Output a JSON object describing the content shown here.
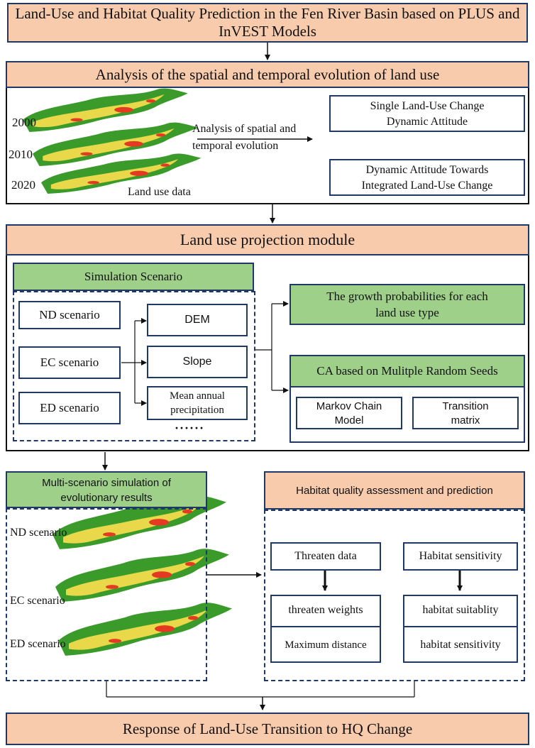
{
  "title": "Land-Use and Habitat Quality Prediction in the Fen River Basin based on PLUS and InVEST Models",
  "section1": {
    "header": "Analysis of the spatial and temporal evolution of land use",
    "years": [
      "2000",
      "2010",
      "2020"
    ],
    "land_use_label": "Land use data",
    "analysis_label_line1": "Analysis of spatial and",
    "analysis_label_line2": "temporal evolution",
    "single_dynamic_line1": "Single Land-Use Change",
    "single_dynamic_line2": "Dynamic Attitude",
    "integrated_dynamic_line1": "Dynamic Attitude Towards",
    "integrated_dynamic_line2": "Integrated Land-Use Change"
  },
  "section2": {
    "header": "Land use projection module",
    "simulation_scenario": "Simulation Scenario",
    "scenarios": [
      "ND scenario",
      "EC scenario",
      "ED scenario"
    ],
    "factors": {
      "dem": "DEM",
      "slope": "Slope",
      "precip_line1": "Mean annual",
      "precip_line2": "precipitation",
      "ellipsis": "······"
    },
    "growth_line1": "The growth probabilities for each",
    "growth_line2": "land use type",
    "ca_header": "CA based on Mulitple Random Seeds",
    "markov_line1": "Markov Chain",
    "markov_line2": "Model",
    "transition_line1": "Transition",
    "transition_line2": "matrix"
  },
  "section3": {
    "multi_line1": "Multi-scenario simulation of",
    "multi_line2": "evolutionary results",
    "scenarios": [
      "ND scenario",
      "EC scenario",
      "ED scenario"
    ],
    "habitat_header": "Habitat quality assessment and prediction",
    "threaten_data": "Threaten data",
    "threaten_weights": "threaten weights",
    "maximum_distance": "Maximum distance",
    "habitat_sensitivity_top": "Habitat sensitivity",
    "habitat_suitability": "habitat suitablity",
    "habitat_sensitivity_bottom": "habitat sensitivity"
  },
  "footer": "Response of Land-Use Transition to HQ Change",
  "colors": {
    "salmon": "#f8cbad",
    "green": "#9fd08a",
    "navy": "#1f3864",
    "map_green": "#3a9a2a",
    "map_yellow": "#e8d84a",
    "map_red": "#e53a22"
  }
}
